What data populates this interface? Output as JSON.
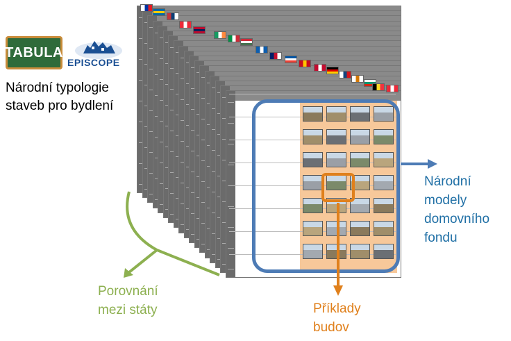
{
  "logos": {
    "tabula": "TABULA",
    "episcope": "EPISCOPE"
  },
  "title": {
    "line1": "Národní typologie",
    "line2": "staveb pro bydlení"
  },
  "labels": {
    "national_models_line1": "Národní",
    "national_models_line2": "modely",
    "national_models_line3": "domovního",
    "national_models_line4": "fondu",
    "comparison_line1": "Porovnání",
    "comparison_line2": "mezi státy",
    "examples_line1": "Příklady",
    "examples_line2": "budov"
  },
  "colors": {
    "blue": "#4d7bb5",
    "blue_text": "#1f6fa5",
    "green": "#8db050",
    "orange": "#e0801c",
    "photo_background": "#f7c89a"
  },
  "flags": [
    {
      "name": "slovenia-flag-icon",
      "colors": [
        "#ffffff",
        "#0033a0",
        "#e31b23"
      ]
    },
    {
      "name": "sweden-flag-icon",
      "colors": [
        "#006aa7",
        "#fecc00",
        "#006aa7"
      ]
    },
    {
      "name": "serbia-flag-icon",
      "colors": [
        "#c6363c",
        "#0c4076",
        "#ffffff"
      ]
    },
    {
      "name": "austria-flag-icon",
      "colors": [
        "#ed2939",
        "#ffffff",
        "#ed2939"
      ]
    },
    {
      "name": "norway-flag-icon",
      "colors": [
        "#ba0c2f",
        "#00205b",
        "#ba0c2f"
      ]
    },
    {
      "name": "ireland-flag-icon",
      "colors": [
        "#169b62",
        "#ffffff",
        "#ff883e"
      ]
    },
    {
      "name": "italy-flag-icon",
      "colors": [
        "#009246",
        "#ffffff",
        "#ce2b37"
      ]
    },
    {
      "name": "hungary-flag-icon",
      "colors": [
        "#ce2939",
        "#ffffff",
        "#477050"
      ]
    },
    {
      "name": "greece-flag-icon",
      "colors": [
        "#0d5eaf",
        "#ffffff",
        "#0d5eaf"
      ]
    },
    {
      "name": "united-kingdom-flag-icon",
      "colors": [
        "#012169",
        "#c8102e",
        "#ffffff"
      ]
    },
    {
      "name": "france-flag-icon",
      "colors": [
        "#0055a4",
        "#ffffff",
        "#ef4135"
      ]
    },
    {
      "name": "spain-flag-icon",
      "colors": [
        "#c60b1e",
        "#ffc400",
        "#c60b1e"
      ]
    },
    {
      "name": "denmark-flag-icon",
      "colors": [
        "#c60c30",
        "#ffffff",
        "#c60c30"
      ]
    },
    {
      "name": "germany-flag-icon",
      "colors": [
        "#000000",
        "#dd0000",
        "#ffce00"
      ]
    },
    {
      "name": "czech-flag-icon",
      "colors": [
        "#ffffff",
        "#11457e",
        "#d7141a"
      ]
    },
    {
      "name": "cyprus-flag-icon",
      "colors": [
        "#ffffff",
        "#d57800",
        "#ffffff"
      ]
    },
    {
      "name": "bulgaria-flag-icon",
      "colors": [
        "#ffffff",
        "#00966e",
        "#d62612"
      ]
    },
    {
      "name": "belgium-flag-icon",
      "colors": [
        "#000000",
        "#fdda24",
        "#ef3340"
      ]
    },
    {
      "name": "austria2-flag-icon",
      "colors": [
        "#ed2939",
        "#ffffff",
        "#ed2939"
      ]
    }
  ]
}
